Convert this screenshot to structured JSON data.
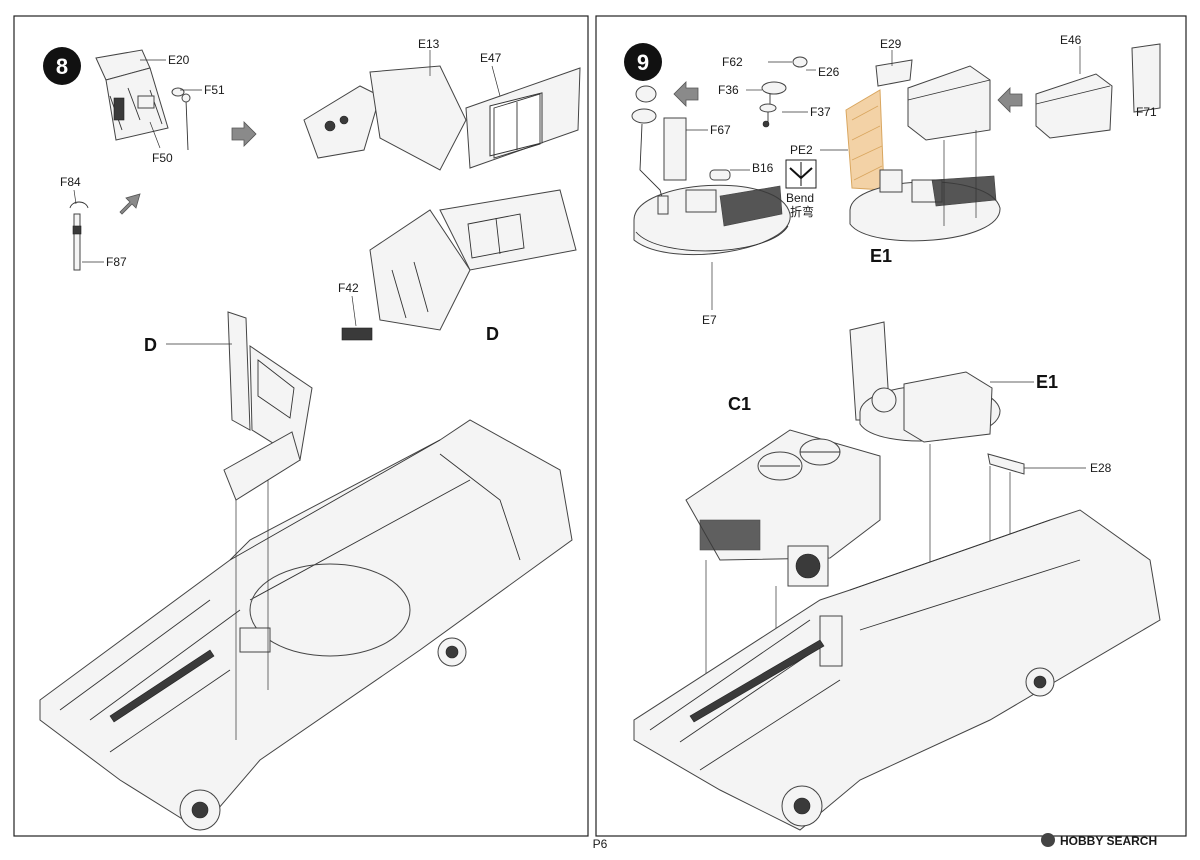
{
  "page": {
    "number": "P6",
    "watermark": "HOBBY SEARCH"
  },
  "step8": {
    "number": "8",
    "labels": {
      "e20": "E20",
      "f51": "F51",
      "f50": "F50",
      "f84": "F84",
      "f87": "F87",
      "e13": "E13",
      "e47": "E47",
      "f42": "F42",
      "d_right": "D",
      "d_left": "D"
    }
  },
  "step9": {
    "number": "9",
    "labels": {
      "f62": "F62",
      "e26": "E26",
      "f36": "F36",
      "f37": "F37",
      "f67": "F67",
      "b16": "B16",
      "e7": "E7",
      "pe2": "PE2",
      "bend_en": "Bend",
      "bend_cn": "折弯",
      "e29": "E29",
      "e46": "E46",
      "f71": "F71",
      "e1_small": "E1",
      "c1": "C1",
      "e1_big": "E1",
      "e28": "E28"
    }
  }
}
